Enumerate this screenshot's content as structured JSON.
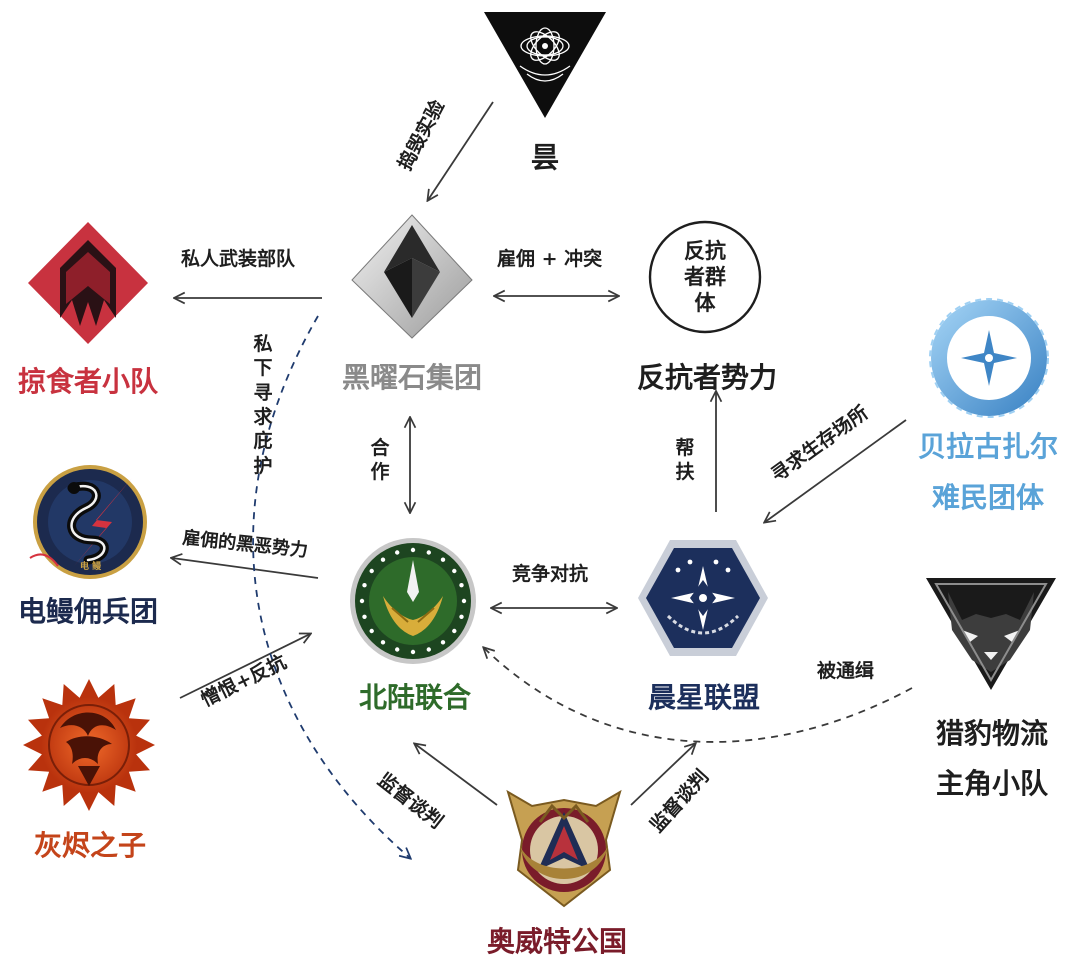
{
  "colors": {
    "arrow": "#3a3a3a",
    "dashed_blue": "#1f3b6e",
    "lueluo_red": "#c8323f",
    "dianman_blue": "#1c2a4e",
    "huijin_orange": "#c4441a",
    "heiyao_gray": "#8a8a8a",
    "beilu_green": "#2e6b2a",
    "chenxing_navy": "#1c2f5c",
    "beila_blue": "#5aa3d8",
    "aowei_maroon": "#7a1c2a",
    "text_dark": "#1e1e1e"
  },
  "factions": {
    "yun": "昙",
    "heiyao": "黑曜石集团",
    "fankang": "反抗者势力",
    "fankang_badge": "反抗者群体",
    "lueluo": "掠食者小队",
    "dianman": "电鳗佣兵团",
    "dianman_badge": "电 鳗",
    "huijin": "灰烬之子",
    "beilu": "北陆联合",
    "chenxing": "晨星联盟",
    "beila_1": "贝拉古扎尔",
    "beila_2": "难民团体",
    "liebao_1": "猎豹物流",
    "liebao_2": "主角小队",
    "aowei": "奥威特公国"
  },
  "relations": {
    "jiehui": "捣毁实验",
    "siren": "私人武装部队",
    "guyong_chongtu": "雇佣 + 冲突",
    "sixia": "私下寻求庇护",
    "hezuo": "合作",
    "bangfu": "帮扶",
    "xunqiu": "寻求生存场所",
    "guyong_heie": "雇佣的黑恶势力",
    "jingzheng": "竞争对抗",
    "zenghen": "憎恨+反抗",
    "beitongji": "被通缉",
    "jiandu_left": "监督谈判",
    "jiandu_right": "监督谈判"
  },
  "icons": {
    "yun": "black-triangle-lotus-icon",
    "heiyao": "obsidian-crystal-icon",
    "fankang": "circle-badge-icon",
    "lueluo": "red-diamond-claw-icon",
    "dianman": "eel-lightning-roundel-icon",
    "huijin": "ember-phoenix-sun-icon",
    "beilu": "green-eagle-roundel-icon",
    "chenxing": "compass-star-hexagon-icon",
    "beila": "blue-ring-compass-icon",
    "liebao": "cat-head-triangle-icon",
    "aowei": "gold-crown-shield-icon"
  }
}
